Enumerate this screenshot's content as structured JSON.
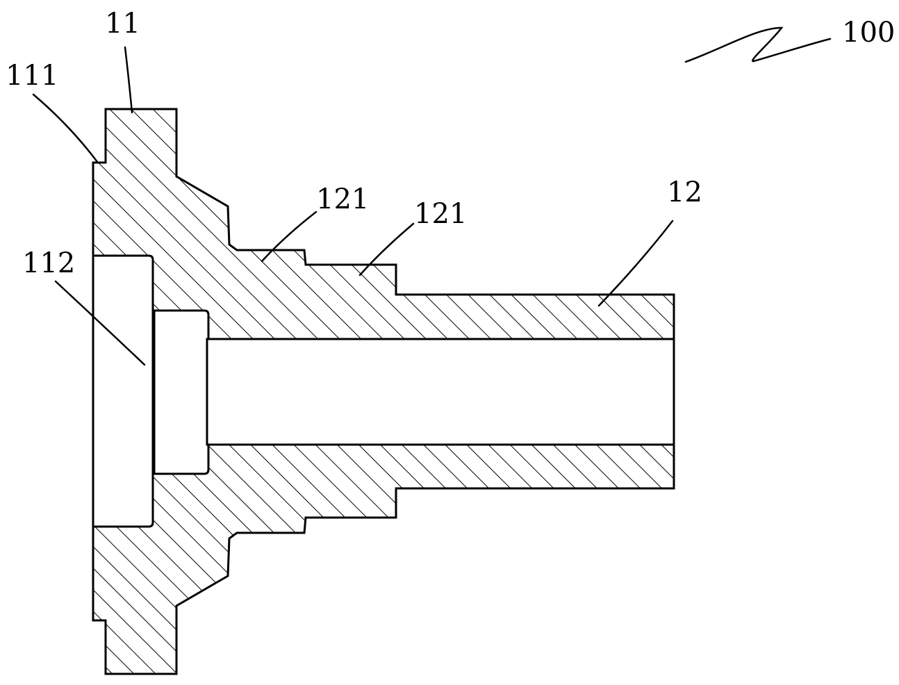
{
  "labels": {
    "assembly": "100",
    "flange": "11",
    "flange_edge": "111",
    "counterbore": "112",
    "shaft": "12",
    "step_1": "121",
    "step_2": "121"
  },
  "colors": {
    "line": "#000000",
    "background": "#ffffff"
  }
}
